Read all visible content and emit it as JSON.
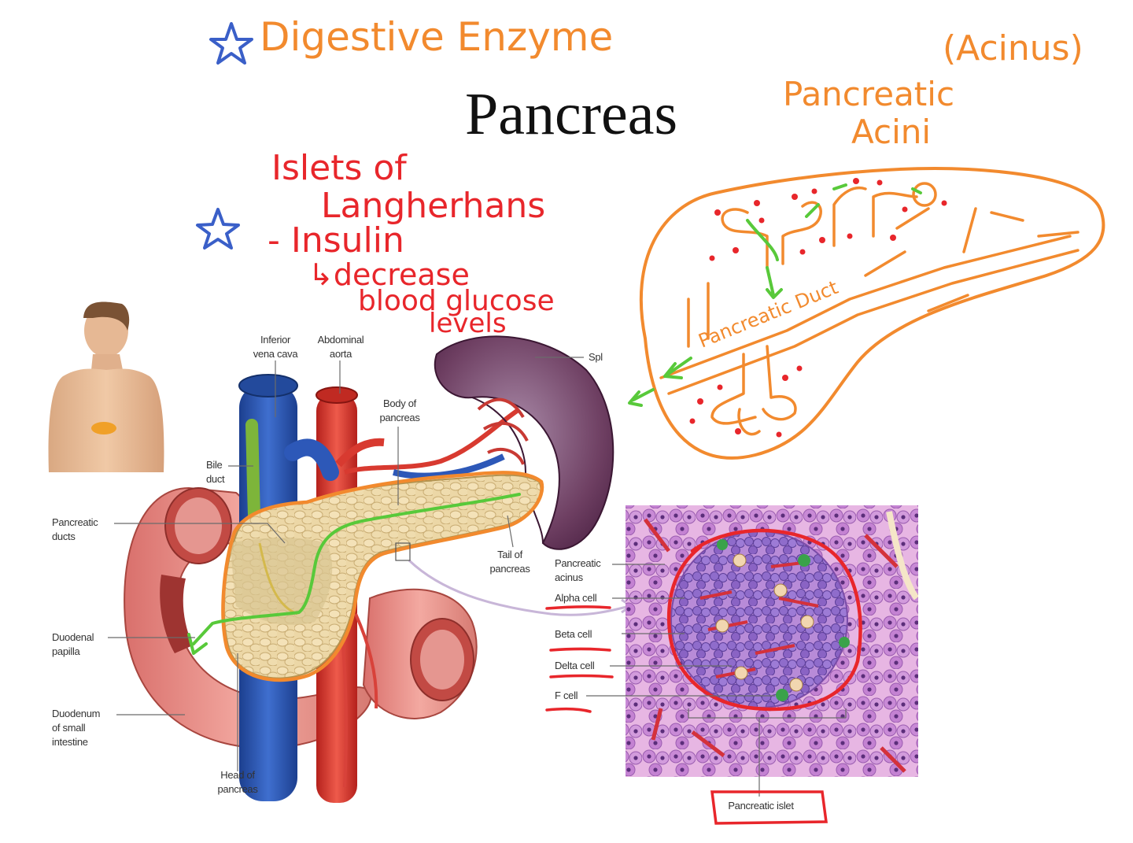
{
  "title": "Pancreas",
  "annotations": {
    "digestive_enzyme": "Digestive Enzyme",
    "acinus": "(Acinus)",
    "pancreatic_acini_line1": "Pancreatic",
    "pancreatic_acini_line2": "Acini",
    "islets_line1": "Islets of",
    "islets_line2": "Langherhans",
    "insulin": "- Insulin",
    "decrease": "↳decrease",
    "blood_glucose": "blood glucose",
    "levels": "levels",
    "pancreatic_duct": "Pancreatic Duct"
  },
  "labels": {
    "inferior_vena_cava_1": "Inferior",
    "inferior_vena_cava_2": "vena cava",
    "abdominal_aorta_1": "Abdominal",
    "abdominal_aorta_2": "aorta",
    "body_of_pancreas_1": "Body of",
    "body_of_pancreas_2": "pancreas",
    "spleen": "Spl",
    "bile_duct_1": "Bile",
    "bile_duct_2": "duct",
    "pancreatic_ducts_1": "Pancreatic",
    "pancreatic_ducts_2": "ducts",
    "tail_of_pancreas_1": "Tail of",
    "tail_of_pancreas_2": "pancreas",
    "duodenal_papilla_1": "Duodenal",
    "duodenal_papilla_2": "papilla",
    "duodenum_1": "Duodenum",
    "duodenum_2": "of small",
    "duodenum_3": "intestine",
    "head_of_pancreas_1": "Head of",
    "head_of_pancreas_2": "pancreas",
    "pancreatic_acinus_1": "Pancreatic",
    "pancreatic_acinus_2": "acinus",
    "alpha_cell": "Alpha cell",
    "beta_cell": "Beta cell",
    "delta_cell": "Delta cell",
    "f_cell": "F cell",
    "pancreatic_islet": "Pancreatic islet"
  },
  "colors": {
    "orange_ink": "#f28a2e",
    "red_ink": "#e8262b",
    "blue_ink": "#3a5fc8",
    "green_ink": "#58c93a"
  }
}
